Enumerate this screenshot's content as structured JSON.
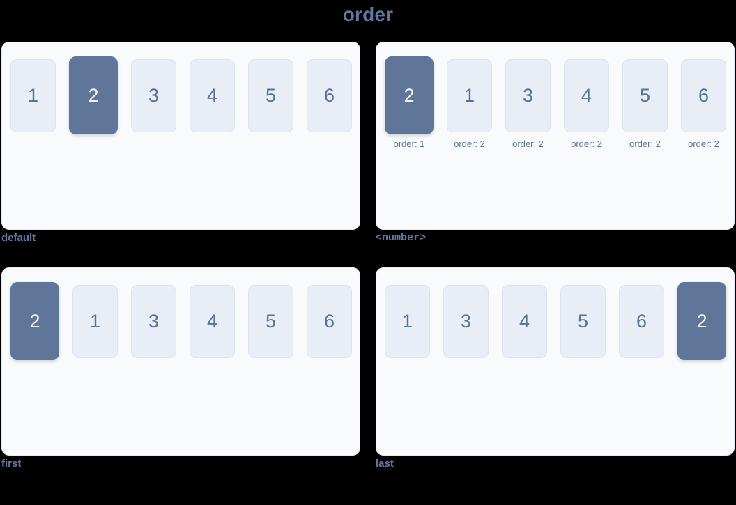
{
  "title": "order",
  "colors": {
    "background": "#000000",
    "title_text": "#5e79a0",
    "panel_background": "#f8fafc",
    "panel_border": "#e6eaf2",
    "item_background": "#e8edf6",
    "item_border": "#dde4ef",
    "item_text": "#5a7292",
    "item_selected_background": "#5f7698",
    "item_selected_text": "#f2f6fb",
    "caption_text": "#5e79a0",
    "sublabel_text": "#5a7292"
  },
  "panels": [
    {
      "caption": "default",
      "caption_style": "sans",
      "has_sublabels": false,
      "items": [
        {
          "label": "1",
          "selected": false,
          "sublabel": ""
        },
        {
          "label": "2",
          "selected": true,
          "sublabel": ""
        },
        {
          "label": "3",
          "selected": false,
          "sublabel": ""
        },
        {
          "label": "4",
          "selected": false,
          "sublabel": ""
        },
        {
          "label": "5",
          "selected": false,
          "sublabel": ""
        },
        {
          "label": "6",
          "selected": false,
          "sublabel": ""
        }
      ]
    },
    {
      "caption": "<number>",
      "caption_style": "mono",
      "has_sublabels": true,
      "items": [
        {
          "label": "2",
          "selected": true,
          "sublabel": "order: 1"
        },
        {
          "label": "1",
          "selected": false,
          "sublabel": "order: 2"
        },
        {
          "label": "3",
          "selected": false,
          "sublabel": "order: 2"
        },
        {
          "label": "4",
          "selected": false,
          "sublabel": "order: 2"
        },
        {
          "label": "5",
          "selected": false,
          "sublabel": "order: 2"
        },
        {
          "label": "6",
          "selected": false,
          "sublabel": "order: 2"
        }
      ]
    },
    {
      "caption": "first",
      "caption_style": "sans",
      "has_sublabels": false,
      "items": [
        {
          "label": "2",
          "selected": true,
          "sublabel": ""
        },
        {
          "label": "1",
          "selected": false,
          "sublabel": ""
        },
        {
          "label": "3",
          "selected": false,
          "sublabel": ""
        },
        {
          "label": "4",
          "selected": false,
          "sublabel": ""
        },
        {
          "label": "5",
          "selected": false,
          "sublabel": ""
        },
        {
          "label": "6",
          "selected": false,
          "sublabel": ""
        }
      ]
    },
    {
      "caption": "last",
      "caption_style": "sans",
      "has_sublabels": false,
      "items": [
        {
          "label": "1",
          "selected": false,
          "sublabel": ""
        },
        {
          "label": "3",
          "selected": false,
          "sublabel": ""
        },
        {
          "label": "4",
          "selected": false,
          "sublabel": ""
        },
        {
          "label": "5",
          "selected": false,
          "sublabel": ""
        },
        {
          "label": "6",
          "selected": false,
          "sublabel": ""
        },
        {
          "label": "2",
          "selected": true,
          "sublabel": ""
        }
      ]
    }
  ]
}
